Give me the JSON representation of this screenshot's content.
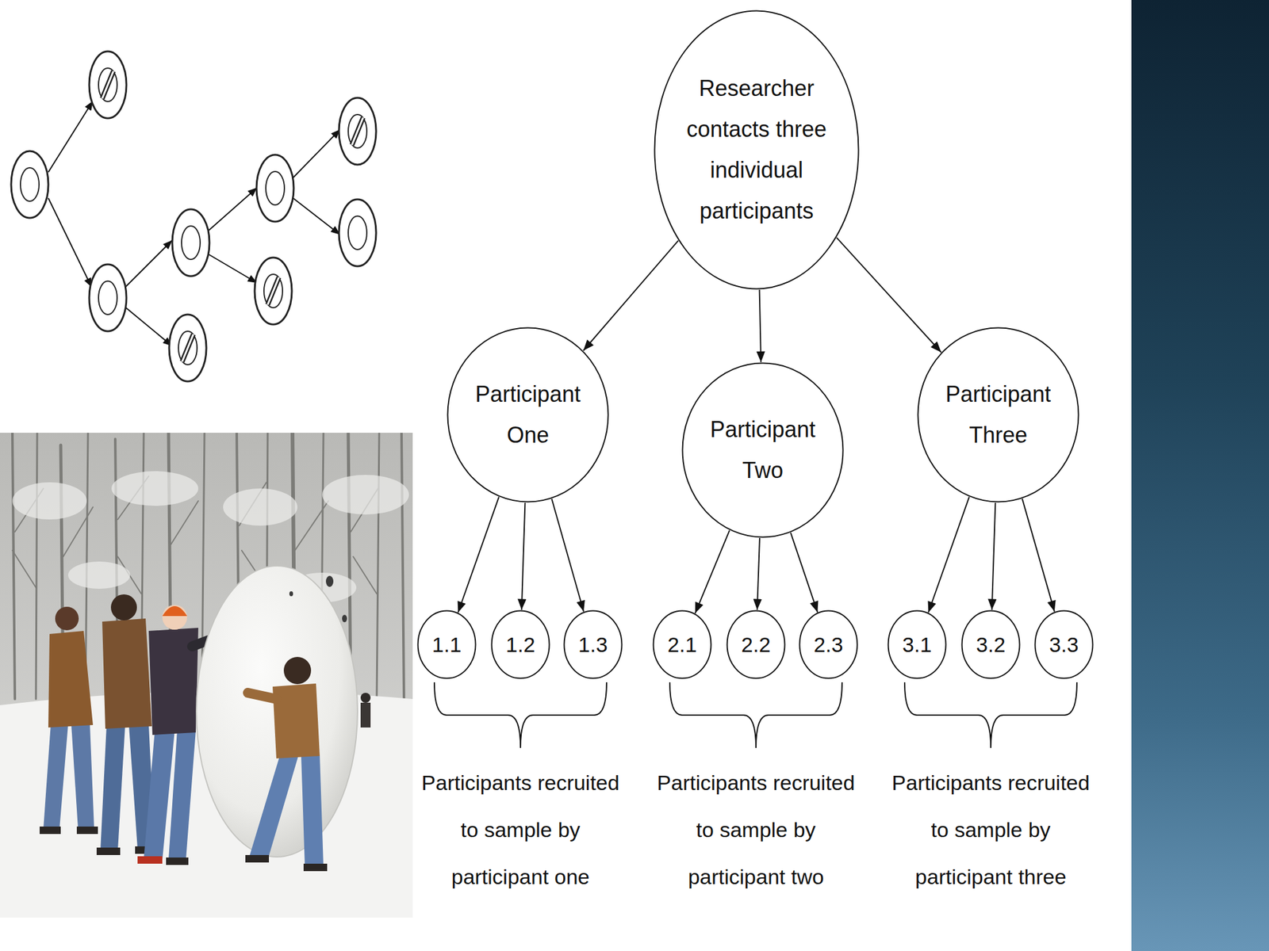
{
  "diagram": {
    "nodes": [
      {
        "text": [
          "Researcher contacts three individual participants"
        ]
      },
      {
        "text": [
          "Participant One"
        ]
      },
      {
        "text": [
          "Participant Two"
        ]
      },
      {
        "text": [
          "Participant Three"
        ]
      },
      {
        "text": [
          "1.1"
        ]
      },
      {
        "text": [
          "1.2"
        ]
      },
      {
        "text": [
          "1.3"
        ]
      },
      {
        "text": [
          "2.1"
        ]
      },
      {
        "text": [
          "2.2"
        ]
      },
      {
        "text": [
          "2.3"
        ]
      },
      {
        "text": [
          "3.1"
        ]
      },
      {
        "text": [
          "3.2"
        ]
      },
      {
        "text": [
          "3.3"
        ]
      }
    ],
    "edges": [
      {
        "from": 0,
        "to": 1,
        "arrow": "to"
      },
      {
        "from": 0,
        "to": 2,
        "arrow": "to"
      },
      {
        "from": 0,
        "to": 3,
        "arrow": "to"
      },
      {
        "from": 1,
        "to": 4,
        "arrow": "to"
      },
      {
        "from": 1,
        "to": 5,
        "arrow": "to"
      },
      {
        "from": 1,
        "to": 6,
        "arrow": "to"
      },
      {
        "from": 2,
        "to": 7,
        "arrow": "to"
      },
      {
        "from": 2,
        "to": 8,
        "arrow": "to"
      },
      {
        "from": 2,
        "to": 9,
        "arrow": "to"
      },
      {
        "from": 3,
        "to": 10,
        "arrow": "to"
      },
      {
        "from": 3,
        "to": 11,
        "arrow": "to"
      },
      {
        "from": 3,
        "to": 12,
        "arrow": "to"
      }
    ],
    "labels": [
      "Participants recruited to sample by participant one",
      "Participants recruited to sample by participant two",
      "Participants recruited to sample by participant three"
    ]
  }
}
